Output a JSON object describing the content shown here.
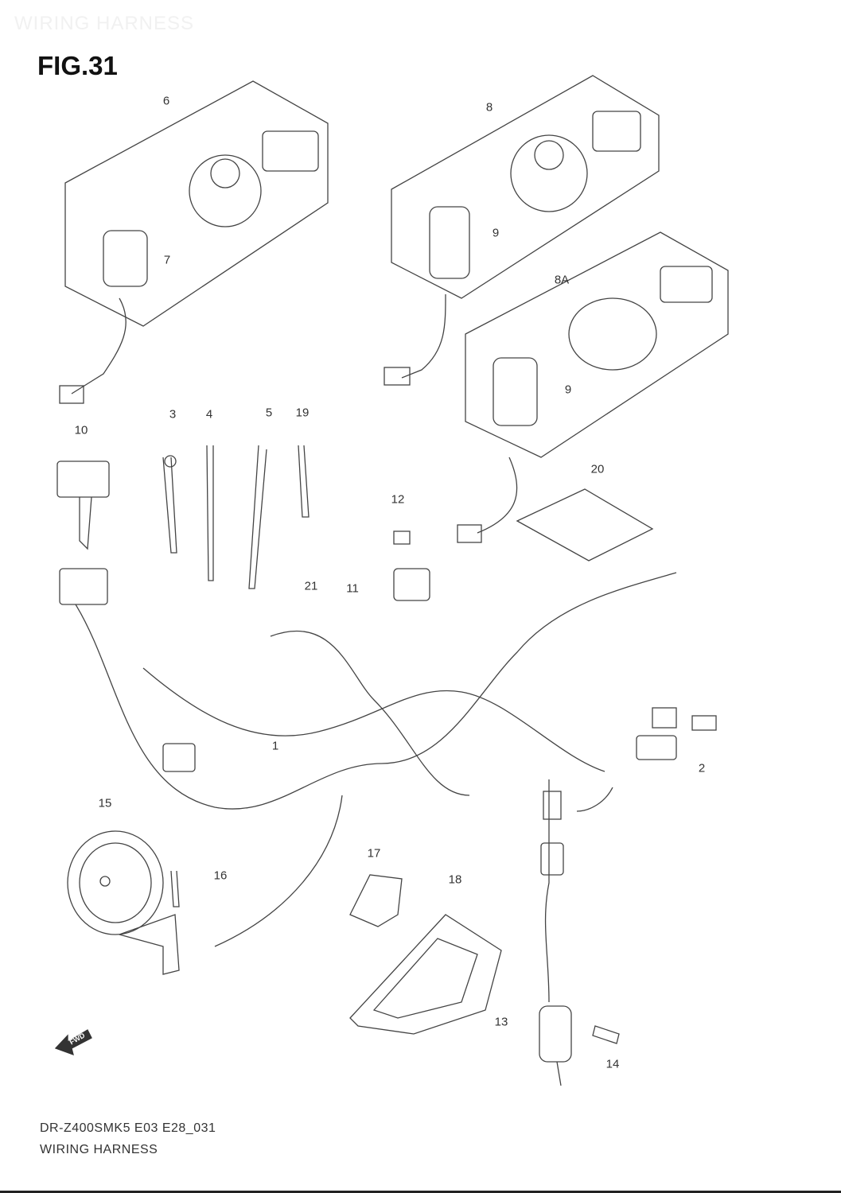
{
  "watermark": "WIRING HARNESS",
  "figure_title": "FIG.31",
  "callouts": [
    "6",
    "8",
    "9",
    "7",
    "8A",
    "9",
    "10",
    "3",
    "4",
    "5",
    "19",
    "20",
    "12",
    "11",
    "21",
    "1",
    "2",
    "15",
    "17",
    "16",
    "18",
    "13",
    "14"
  ],
  "fwd_label": "FWD",
  "footer": {
    "code": "DR-Z400SMK5 E03 E28_031",
    "title": "WIRING HARNESS"
  }
}
